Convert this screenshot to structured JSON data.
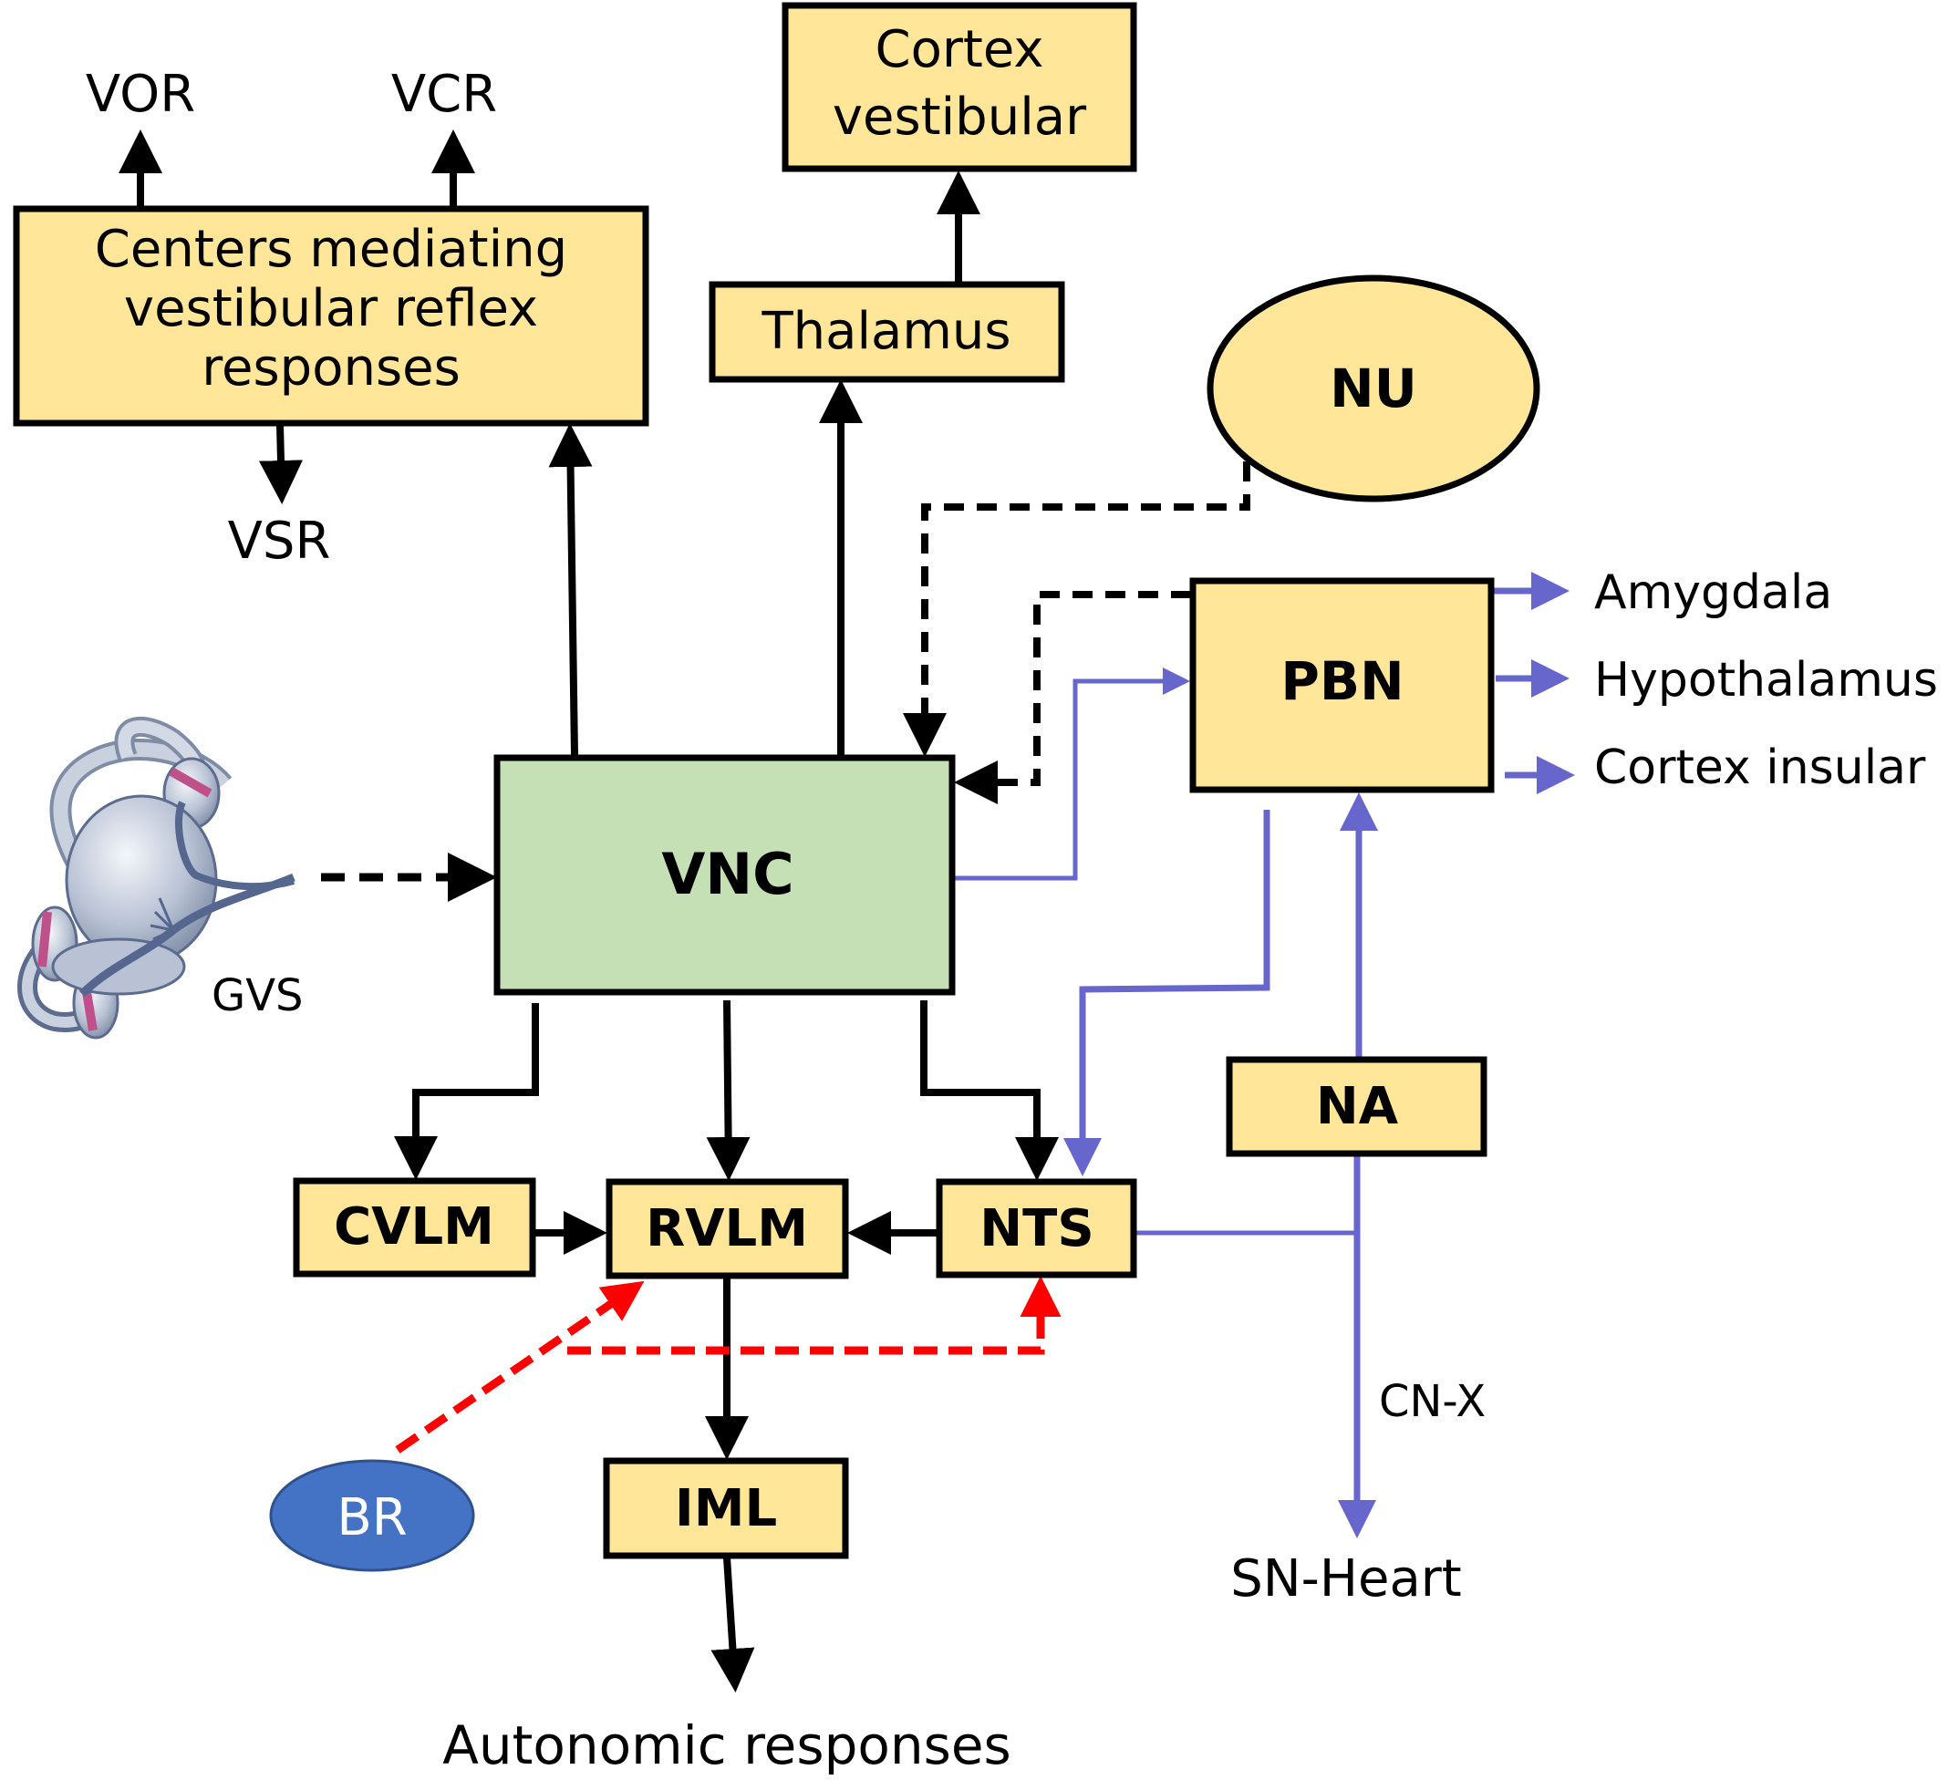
{
  "colors": {
    "node_fill": "#FFE699",
    "vnc_fill": "#C5E0B4",
    "br_fill": "#4472C4",
    "outline": "#000000",
    "blue_pathway": "#6666CC",
    "red_pathway": "#FF0000"
  },
  "nodes": {
    "centers": [
      "Centers mediating",
      "vestibular reflex",
      "responses"
    ],
    "cortex_vestibular": [
      "Cortex",
      "vestibular"
    ],
    "thalamus": "Thalamus",
    "nu": "NU",
    "pbn": "PBN",
    "vnc": "VNC",
    "cvlm": "CVLM",
    "rvlm": "RVLM",
    "nts": "NTS",
    "na": "NA",
    "iml": "IML",
    "br": "BR"
  },
  "labels": {
    "vor": "VOR",
    "vcr": "VCR",
    "vsr": "VSR",
    "gvs": "GVS",
    "amygdala": "Amygdala",
    "hypothalamus": "Hypothalamus",
    "cortex_insular": "Cortex insular",
    "cn_x": "CN-X",
    "sn_heart": "SN-Heart",
    "autonomic": "Autonomic responses"
  },
  "icons": {
    "vestibular_organ": "inner-ear-labyrinth-illustration"
  }
}
